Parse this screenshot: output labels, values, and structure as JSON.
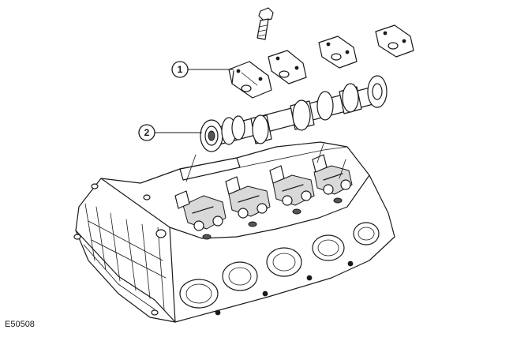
{
  "figure": {
    "reference_code": "E50508",
    "callouts": [
      {
        "number": "1"
      },
      {
        "number": "2"
      }
    ]
  }
}
